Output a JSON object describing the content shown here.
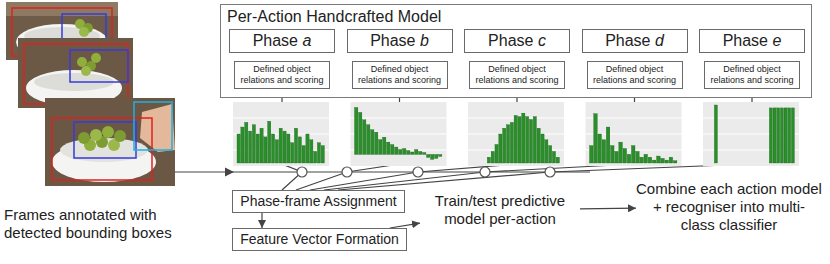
{
  "diagram": {
    "nodes": [
      {
        "text": [
          "Per-Action Handcrafted Model"
        ]
      },
      {
        "text": [
          "Phase a"
        ],
        "in": 0
      },
      {
        "text": [
          "Phase b"
        ],
        "in": 0
      },
      {
        "text": [
          "Phase c"
        ],
        "in": 0
      },
      {
        "text": [
          "Phase d"
        ],
        "in": 0
      },
      {
        "text": [
          "Phase e"
        ],
        "in": 0
      },
      {
        "text": [
          "Defined object relations and scoring"
        ],
        "in": 0
      },
      {
        "text": [
          "Defined object relations and scoring"
        ],
        "in": 0
      },
      {
        "text": [
          "Defined object relations and scoring"
        ],
        "in": 0
      },
      {
        "text": [
          "Defined object relations and scoring"
        ],
        "in": 0
      },
      {
        "text": [
          "Defined object relations and scoring"
        ],
        "in": 0
      },
      {
        "text": [
          "Phase-frame Assignment"
        ]
      },
      {
        "text": [
          "Feature Vector Formation"
        ]
      },
      {
        "text": [
          "Train/test predictive model per-action"
        ]
      },
      {
        "text": [
          "Combine each action model + recogniser into multi-class classifier"
        ]
      }
    ],
    "edges": [
      {
        "from": 6,
        "to": 11,
        "arrow": "none"
      },
      {
        "from": 7,
        "to": 11,
        "arrow": "none"
      },
      {
        "from": 8,
        "to": 11,
        "arrow": "none"
      },
      {
        "from": 9,
        "to": 11,
        "arrow": "none"
      },
      {
        "from": 10,
        "to": 11,
        "arrow": "none"
      },
      {
        "from": 11,
        "to": 12,
        "arrow": "to"
      },
      {
        "from": 12,
        "to": 13,
        "arrow": "to"
      },
      {
        "from": 13,
        "to": 14,
        "arrow": "to"
      }
    ],
    "labels": [
      "Frames annotated with detected bounding boxes"
    ]
  }
}
